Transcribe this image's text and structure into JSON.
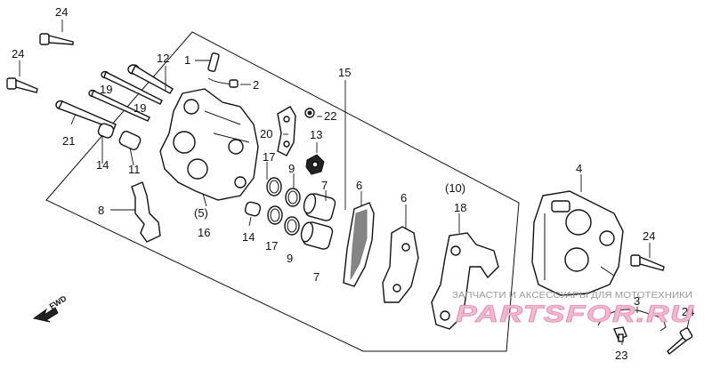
{
  "callouts": {
    "c1": "1",
    "c2": "2",
    "c4": "4",
    "c6a": "6",
    "c6b": "6",
    "c7a": "7",
    "c7b": "7",
    "c8": "8",
    "c9a": "9",
    "c9b": "9",
    "c10": "(10)",
    "c11": "11",
    "c12": "12",
    "c13": "13",
    "c14a": "14",
    "c14b": "14",
    "c15": "15",
    "c16": "16",
    "c17a": "17",
    "c17b": "17",
    "c18": "18",
    "c19a": "19",
    "c19b": "19",
    "c20": "20",
    "c21": "21",
    "c22": "22",
    "c23": "23",
    "c24a": "24",
    "c24b": "24",
    "c24c": "24",
    "c24d": "24",
    "c5": "(5)"
  },
  "direction_marker": "FWD",
  "watermark": {
    "caption": "ЗАПЧАСТИ И АКСЕССУАРЫ ДЛЯ МОТОТЕХНИКИ",
    "logo": "PARTSFOR.RU"
  }
}
